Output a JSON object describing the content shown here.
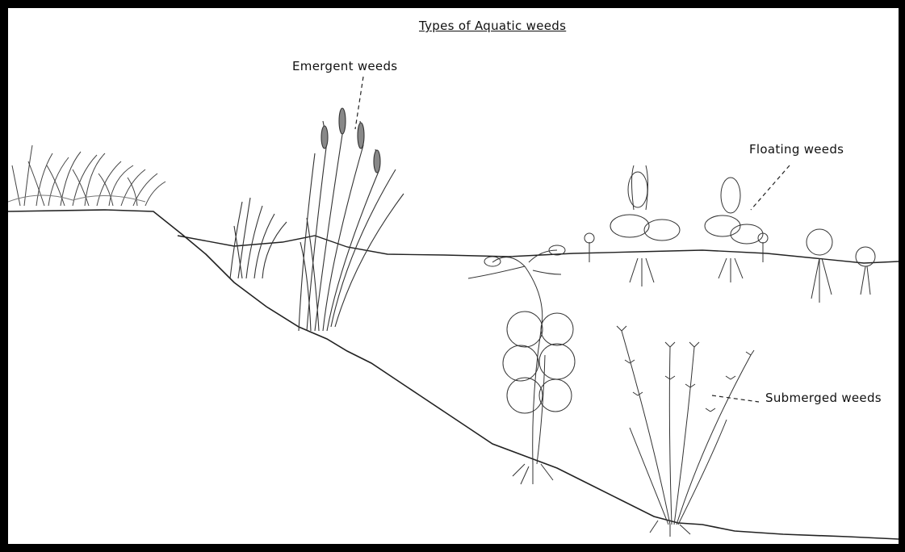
{
  "title": "Types of Aquatic weeds",
  "labels": {
    "emergent": "Emergent weeds",
    "floating": "Floating weeds",
    "submerged": "Submerged weeds"
  },
  "colors": {
    "border": "#000000",
    "background": "#ffffff",
    "ink": "#333333"
  }
}
